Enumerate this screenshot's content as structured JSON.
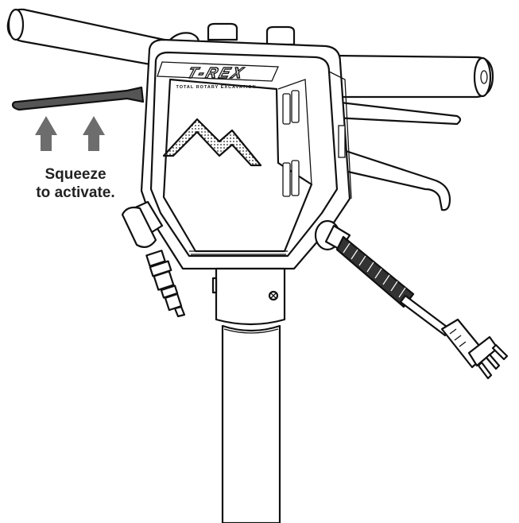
{
  "callout": {
    "line1": "Squeeze",
    "line2": "to activate."
  },
  "brand": {
    "logo_text": "T-REX",
    "logo_tagline": "TOTAL ROTARY EXCAVATION"
  },
  "icons": [
    "arrow-up-icon",
    "mountain-logo-icon",
    "power-plug-icon"
  ],
  "colors": {
    "arrow_gray": "#6d6d6d",
    "line": "#111111",
    "lever_gray": "#555555"
  }
}
